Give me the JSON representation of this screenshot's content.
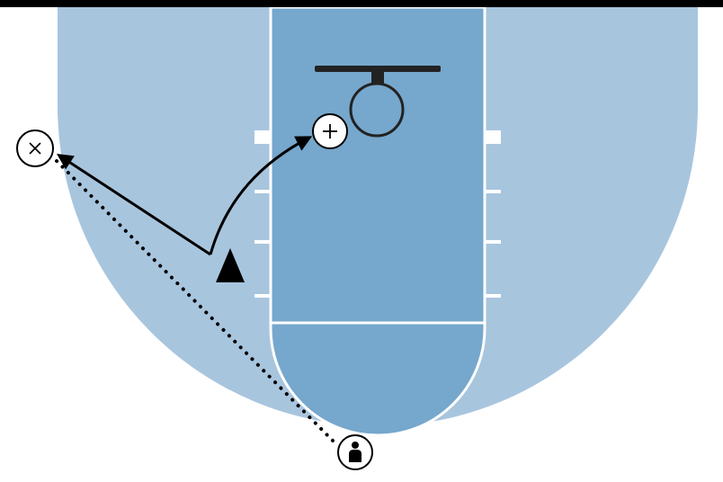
{
  "diagram": {
    "type": "basketball-half-court-play",
    "colors": {
      "background": "#ffffff",
      "court_outer": "#a8c5de",
      "court_paint": "#76a7cc",
      "court_lines": "#ffffff",
      "baseline": "#000000",
      "hoop": "#222222",
      "path": "#000000"
    },
    "players": [
      {
        "role": "cutter",
        "symbol": "x-circle",
        "icon": "x-mark-icon"
      },
      {
        "role": "receiver",
        "symbol": "plus-circle",
        "icon": "plus-mark-icon"
      },
      {
        "role": "coach",
        "symbol": "person-circle",
        "icon": "person-icon"
      },
      {
        "role": "cone",
        "symbol": "triangle",
        "icon": "cone-icon"
      }
    ],
    "paths": [
      {
        "kind": "pass",
        "style": "dotted",
        "from": "coach",
        "to": "cutter"
      },
      {
        "kind": "cut",
        "style": "solid-arrow",
        "from": "cutter",
        "to": "receiver",
        "via": "cone"
      }
    ]
  }
}
